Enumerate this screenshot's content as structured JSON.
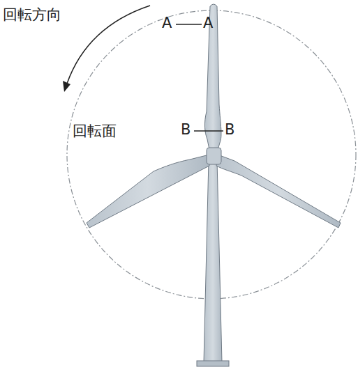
{
  "diagram": {
    "labels": [
      "回転方向",
      "回転面",
      "A",
      "A",
      "B",
      "B"
    ]
  }
}
